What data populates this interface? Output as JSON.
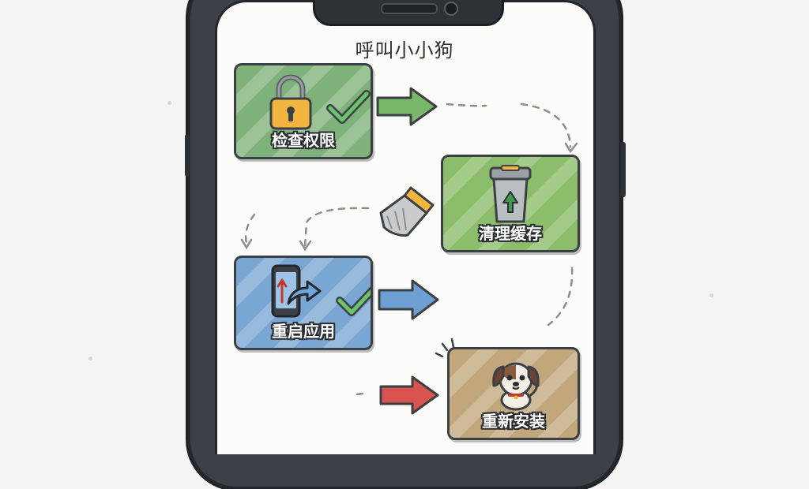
{
  "app": {
    "title": "呼叫小小狗"
  },
  "steps": [
    {
      "label": "检查权限",
      "color": "#7fb27a",
      "icon": "padlock-icon",
      "status": "checkmark-icon"
    },
    {
      "label": "清理缓存",
      "color": "#8cbd6a",
      "icon": "trash-bin-icon",
      "status": "brush-icon"
    },
    {
      "label": "重启应用",
      "color": "#7aa6d4",
      "icon": "phone-restart-icon",
      "status": "checkmark-icon"
    },
    {
      "label": "重新安装",
      "color": "#c2a67c",
      "icon": "puppy-icon",
      "status": "none"
    }
  ],
  "colors": {
    "arrow_green": "#79b868",
    "arrow_blue": "#6e9fd2",
    "arrow_red": "#d9534f",
    "check": "#5cb85c",
    "phone_frame": "#3b4147"
  }
}
